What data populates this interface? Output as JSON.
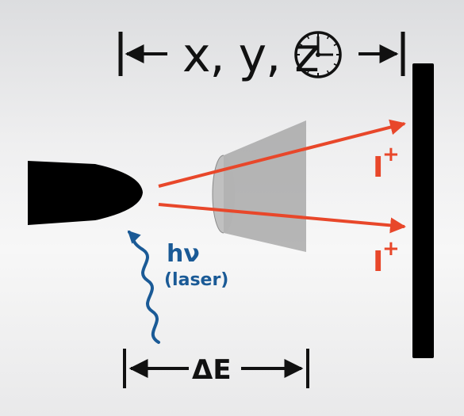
{
  "labels": {
    "coords": "x, y, z",
    "ion_main": "I",
    "ion_charge": "+",
    "photon": "hν",
    "laser": "(laser)",
    "energy_spread": "ΔE"
  },
  "colors": {
    "background": "#efeff0",
    "ion_beam": "#e8472a",
    "laser": "#1a5a96",
    "specimen": "#000000",
    "detector": "#000000",
    "aperture": "#9a9a9a"
  },
  "icons": {
    "timer": "clock-icon",
    "arrow": "arrow-icon"
  }
}
